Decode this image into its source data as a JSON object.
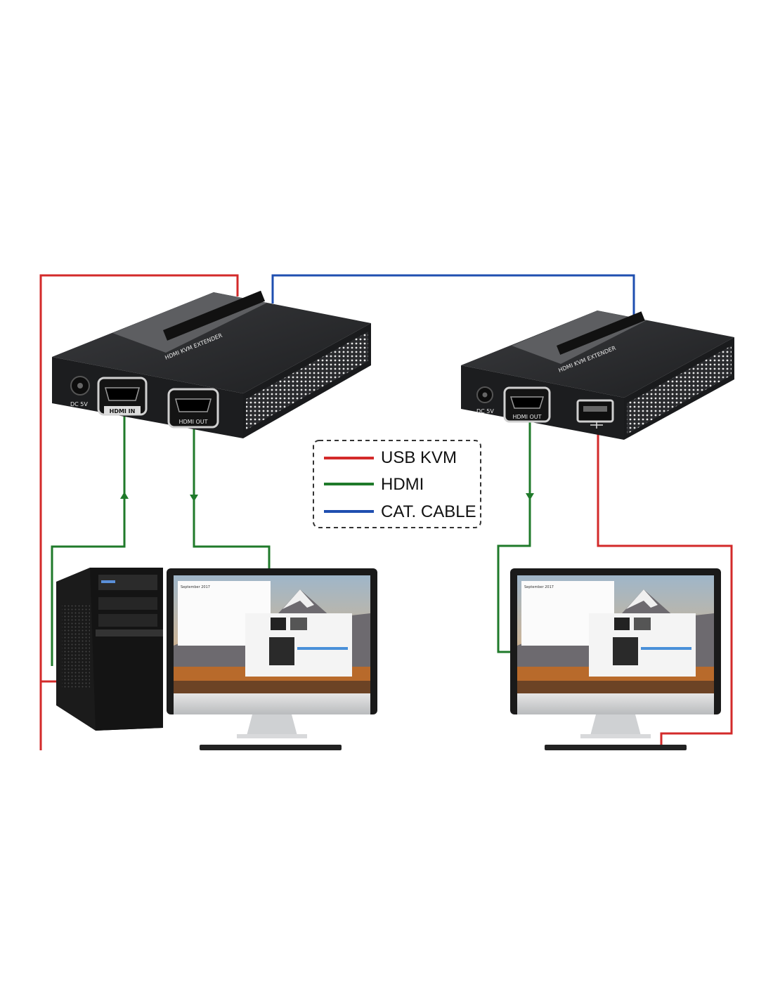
{
  "transmitter": {
    "model": "HDMI KVM EXTENDER",
    "dc_label": "DC 5V",
    "hdmi_in_label": "HDMI IN",
    "hdmi_out_label": "HDMI OUT"
  },
  "receiver": {
    "model": "HDMI KVM EXTENDER",
    "dc_label": "DC 5V",
    "hdmi_out_label": "HDMI OUT"
  },
  "legend": {
    "items": [
      {
        "label": "USB KVM",
        "color": "#d32a2a"
      },
      {
        "label": "HDMI",
        "color": "#1f7a2a"
      },
      {
        "label": "CAT. CABLE",
        "color": "#1f4fb0"
      }
    ]
  },
  "monitor_screen": {
    "calendar_title": "September 2017"
  },
  "colors": {
    "usb": "#d32a2a",
    "hdmi": "#1f7a2a",
    "cat": "#1f4fb0",
    "device": "#1c1d1f"
  }
}
